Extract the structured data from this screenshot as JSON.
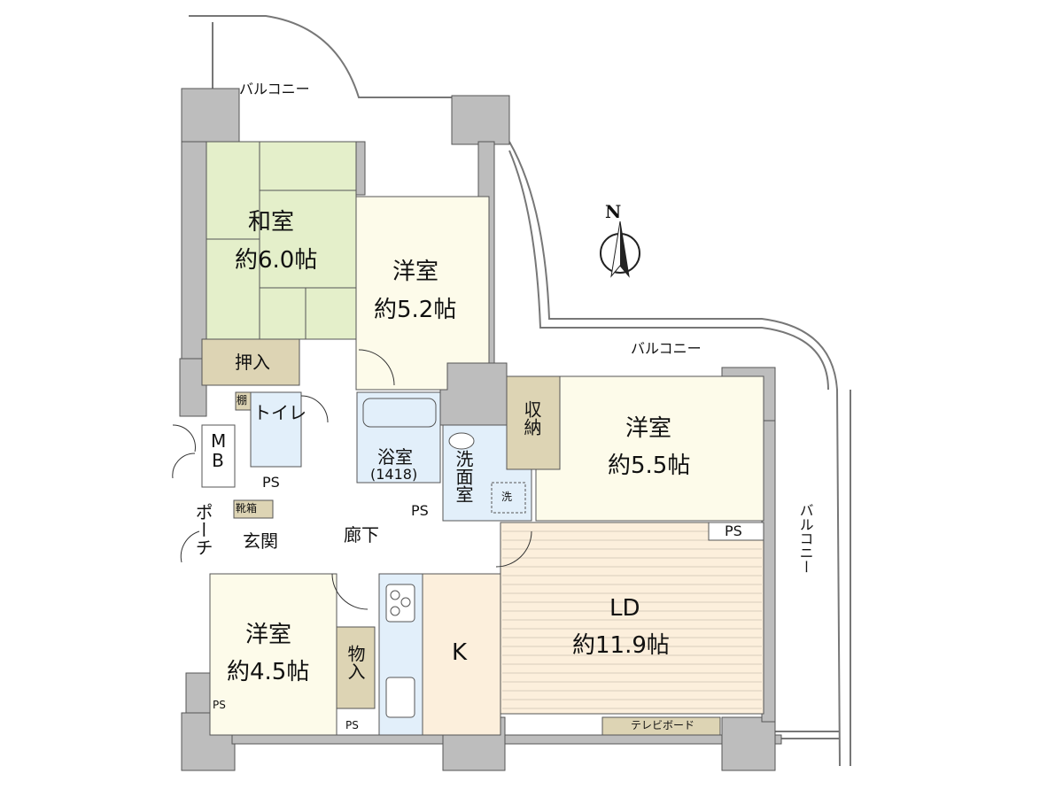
{
  "title": "Floor plan",
  "rooms": {
    "washitsu": {
      "name": "和室",
      "size": "約6.0帖"
    },
    "yoshitsu_a": {
      "name": "洋室",
      "size": "約5.2帖"
    },
    "yoshitsu_b": {
      "name": "洋室",
      "size": "約5.5帖"
    },
    "yoshitsu_c": {
      "name": "洋室",
      "size": "約4.5帖"
    },
    "ld": {
      "name": "LD",
      "size": "約11.9帖"
    },
    "kitchen": {
      "name": "K"
    },
    "bath": {
      "name": "浴室",
      "size": "(1418)"
    },
    "washroom": {
      "name": "洗面室"
    },
    "toilet": {
      "name": "トイレ"
    },
    "entrance": {
      "name": "玄関"
    },
    "corridor": {
      "name": "廊下"
    },
    "porch": {
      "name": "ポーチ"
    }
  },
  "fixtures": {
    "oshiire": "押入",
    "shuno": "収納",
    "monoire": "物入",
    "shoe_box": "靴箱",
    "shelf": "棚",
    "mb": "MB",
    "washer": "洗",
    "tv_board": "テレビボード",
    "ps": [
      "PS",
      "PS",
      "PS",
      "PS",
      "PS"
    ]
  },
  "balconies": [
    "バルコニー",
    "バルコニー",
    "バルコニー"
  ],
  "compass": {
    "label": "N"
  },
  "colors": {
    "tatami": "#e4efca",
    "western": "#fdfbea",
    "ld": "#fcefdc",
    "wet": "#e2effa",
    "storage": "#ddd4b4",
    "wall": "#bdbdbd"
  }
}
